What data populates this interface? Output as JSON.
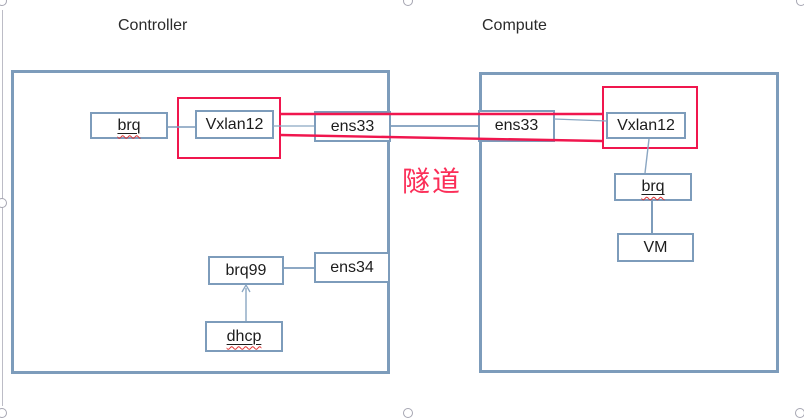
{
  "titles": {
    "controller": "Controller",
    "compute": "Compute"
  },
  "tunnel_label": "隧道",
  "nodes": {
    "controller_brq": {
      "label": "brq"
    },
    "controller_vxlan12": {
      "label": "Vxlan12"
    },
    "controller_ens33": {
      "label": "ens33"
    },
    "controller_brq99": {
      "label": "brq99"
    },
    "controller_ens34": {
      "label": "ens34"
    },
    "controller_dhcp": {
      "label": "dhcp"
    },
    "compute_ens33": {
      "label": "ens33"
    },
    "compute_vxlan12": {
      "label": "Vxlan12"
    },
    "compute_brq": {
      "label": "brq"
    },
    "compute_vm": {
      "label": "VM"
    }
  },
  "colors": {
    "box_border_blue": "#7d9cbb",
    "highlight_red": "#f0164e",
    "tunnel_text_red": "#fb2e58",
    "spellcheck_red": "#e03131",
    "handle_gray": "#a6a6b2"
  }
}
